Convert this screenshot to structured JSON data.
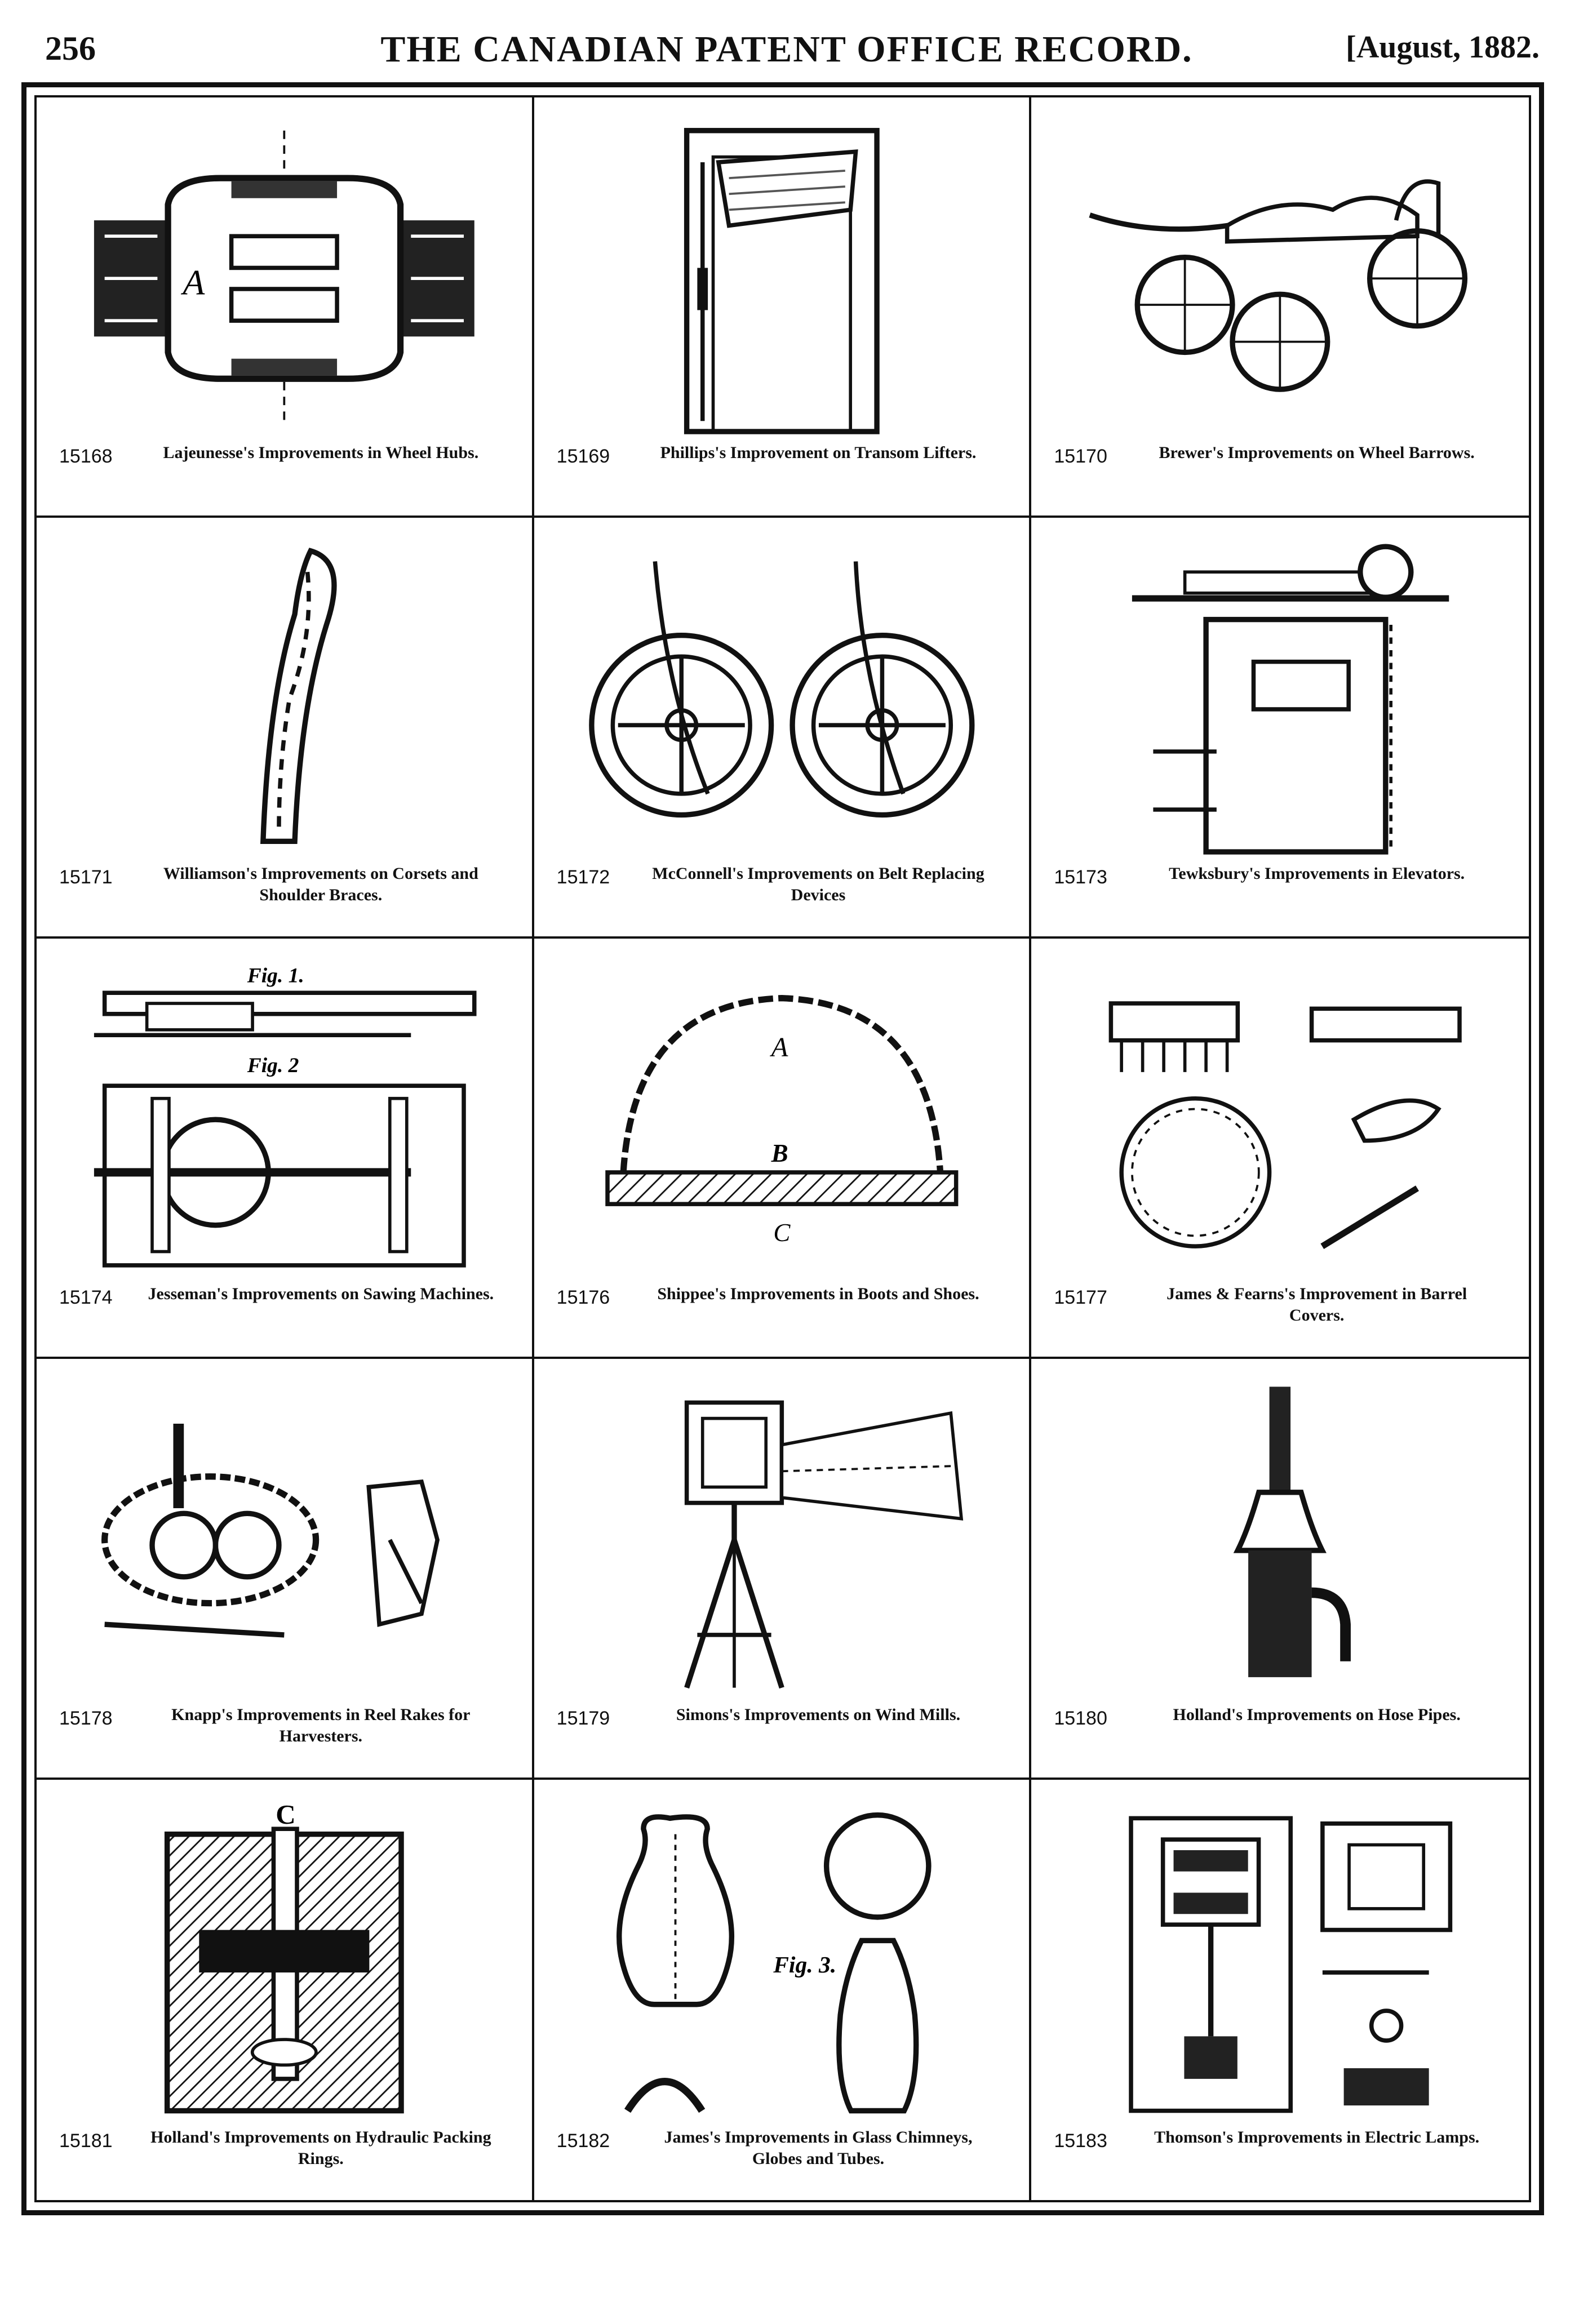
{
  "header": {
    "page_number": "256",
    "title": "THE CANADIAN PATENT OFFICE RECORD.",
    "date": "[August, 1882."
  },
  "patents": [
    {
      "number": "15168",
      "caption": "Lajeunesse's Improvements in Wheel Hubs.",
      "figure_label": "A"
    },
    {
      "number": "15169",
      "caption": "Phillips's Improvement on Transom Lifters."
    },
    {
      "number": "15170",
      "caption": "Brewer's Improvements on Wheel Barrows."
    },
    {
      "number": "15171",
      "caption": "Williamson's Improvements on Corsets and Shoulder Braces."
    },
    {
      "number": "15172",
      "caption": "McConnell's Improvements on Belt Replacing Devices"
    },
    {
      "number": "15173",
      "caption": "Tewksbury's Improvements in Elevators."
    },
    {
      "number": "15174",
      "caption": "Jesseman's Improvements on Sawing Machines.",
      "figure_label": "Fig. 1.",
      "figure_label_2": "Fig. 2"
    },
    {
      "number": "15176",
      "caption": "Shippee's Improvements in Boots and Shoes.",
      "figure_label": "A",
      "label_b": "B",
      "label_c": "C"
    },
    {
      "number": "15177",
      "caption": "James & Fearns's Improvement in Barrel Covers."
    },
    {
      "number": "15178",
      "caption": "Knapp's Improvements in Reel Rakes for Harvesters."
    },
    {
      "number": "15179",
      "caption": "Simons's Improvements on Wind Mills."
    },
    {
      "number": "15180",
      "caption": "Holland's Improvements on Hose Pipes."
    },
    {
      "number": "15181",
      "caption": "Holland's Improvements on Hydraulic Packing Rings.",
      "figure_label": "C"
    },
    {
      "number": "15182",
      "caption": "James's Improvements in Glass Chimneys, Globes and Tubes.",
      "figure_label": "Fig. 3."
    },
    {
      "number": "15183",
      "caption": "Thomson's Improvements in Electric Lamps."
    }
  ]
}
